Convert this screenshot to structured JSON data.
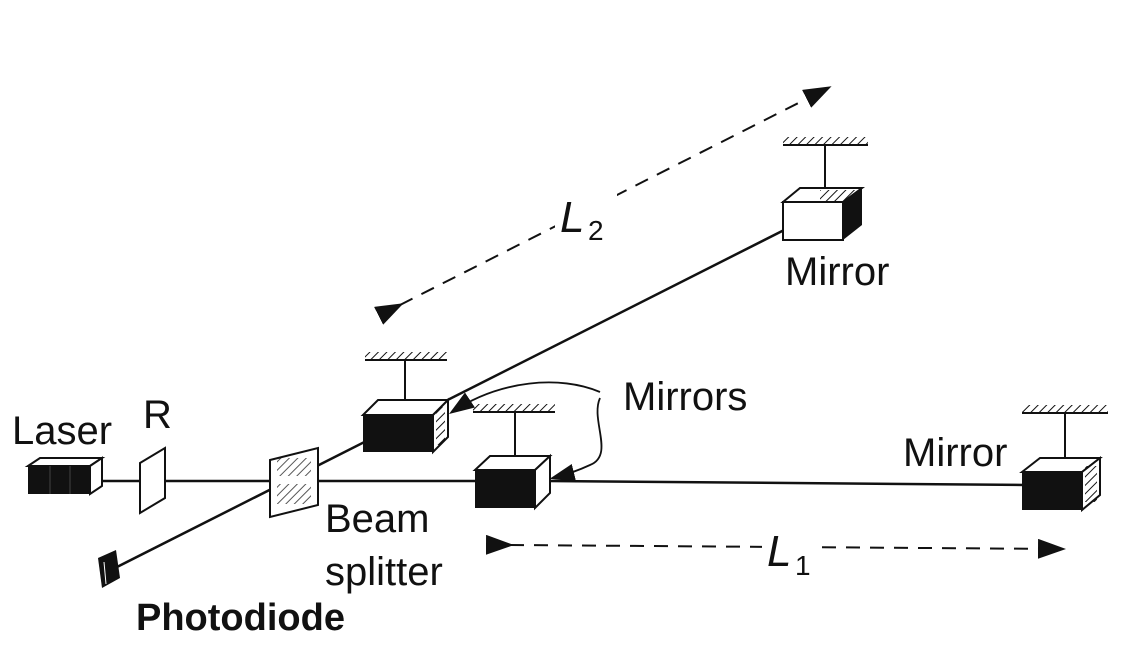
{
  "labels": {
    "laser": "Laser",
    "r": "R",
    "beam": "Beam",
    "splitter": "splitter",
    "photodiode": "Photodiode",
    "mirrors": "Mirrors",
    "mirror_top": "Mirror",
    "mirror_right": "Mirror",
    "l1_main": "L",
    "l1_sub": "1",
    "l2_main": "L",
    "l2_sub": "2"
  },
  "colors": {
    "ink": "#111111",
    "background": "#ffffff"
  }
}
